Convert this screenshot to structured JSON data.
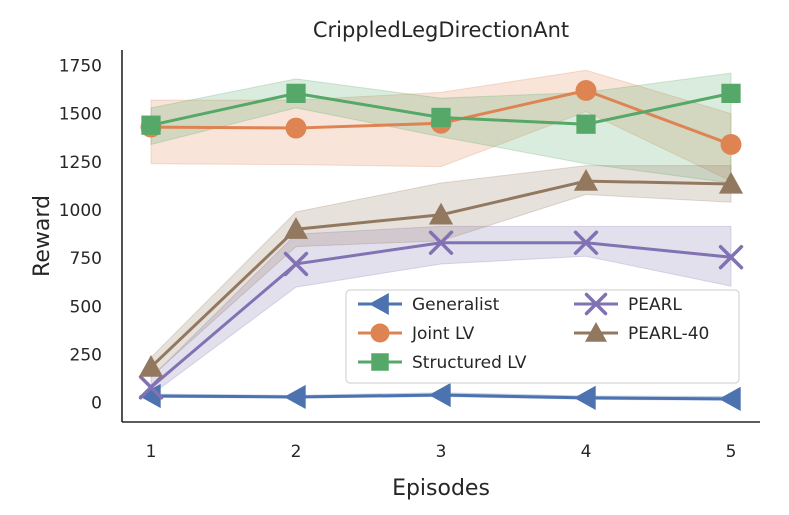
{
  "chart_data": {
    "type": "line",
    "title": "CrippledLegDirectionAnt",
    "xlabel": "Episodes",
    "ylabel": "Reward",
    "x": [
      1,
      2,
      3,
      4,
      5
    ],
    "xticks": [
      "1",
      "2",
      "3",
      "4",
      "5"
    ],
    "yticks": [
      "0",
      "250",
      "500",
      "750",
      "1000",
      "1250",
      "1500",
      "1750"
    ],
    "xlim": [
      0.8,
      5.2
    ],
    "ylim": [
      -100,
      1830
    ],
    "grid": false,
    "legend_position": "lower-right",
    "series": [
      {
        "name": "Generalist",
        "marker": "triangle-left",
        "color": "#4C72B0",
        "values": [
          35,
          30,
          40,
          25,
          20
        ],
        "lower": [
          28,
          24,
          32,
          18,
          12
        ],
        "upper": [
          45,
          38,
          52,
          35,
          32
        ]
      },
      {
        "name": "Joint LV",
        "marker": "circle",
        "color": "#DD8452",
        "values": [
          1430,
          1425,
          1450,
          1620,
          1340
        ],
        "lower": [
          1240,
          1235,
          1225,
          1510,
          1150
        ],
        "upper": [
          1570,
          1570,
          1610,
          1725,
          1500
        ]
      },
      {
        "name": "Structured LV",
        "marker": "square",
        "color": "#55A868",
        "values": [
          1440,
          1605,
          1480,
          1445,
          1605
        ],
        "lower": [
          1340,
          1530,
          1380,
          1240,
          1140
        ],
        "upper": [
          1530,
          1680,
          1580,
          1610,
          1710
        ]
      },
      {
        "name": "PEARL",
        "marker": "x",
        "color": "#8172B3",
        "values": [
          80,
          720,
          830,
          830,
          755
        ],
        "lower": [
          40,
          600,
          720,
          760,
          605
        ],
        "upper": [
          130,
          875,
          915,
          915,
          915
        ]
      },
      {
        "name": "PEARL-40",
        "marker": "triangle-up",
        "color": "#937860",
        "values": [
          185,
          900,
          975,
          1150,
          1135
        ],
        "lower": [
          135,
          810,
          840,
          1080,
          1040
        ],
        "upper": [
          235,
          990,
          1140,
          1230,
          1230
        ]
      }
    ]
  }
}
